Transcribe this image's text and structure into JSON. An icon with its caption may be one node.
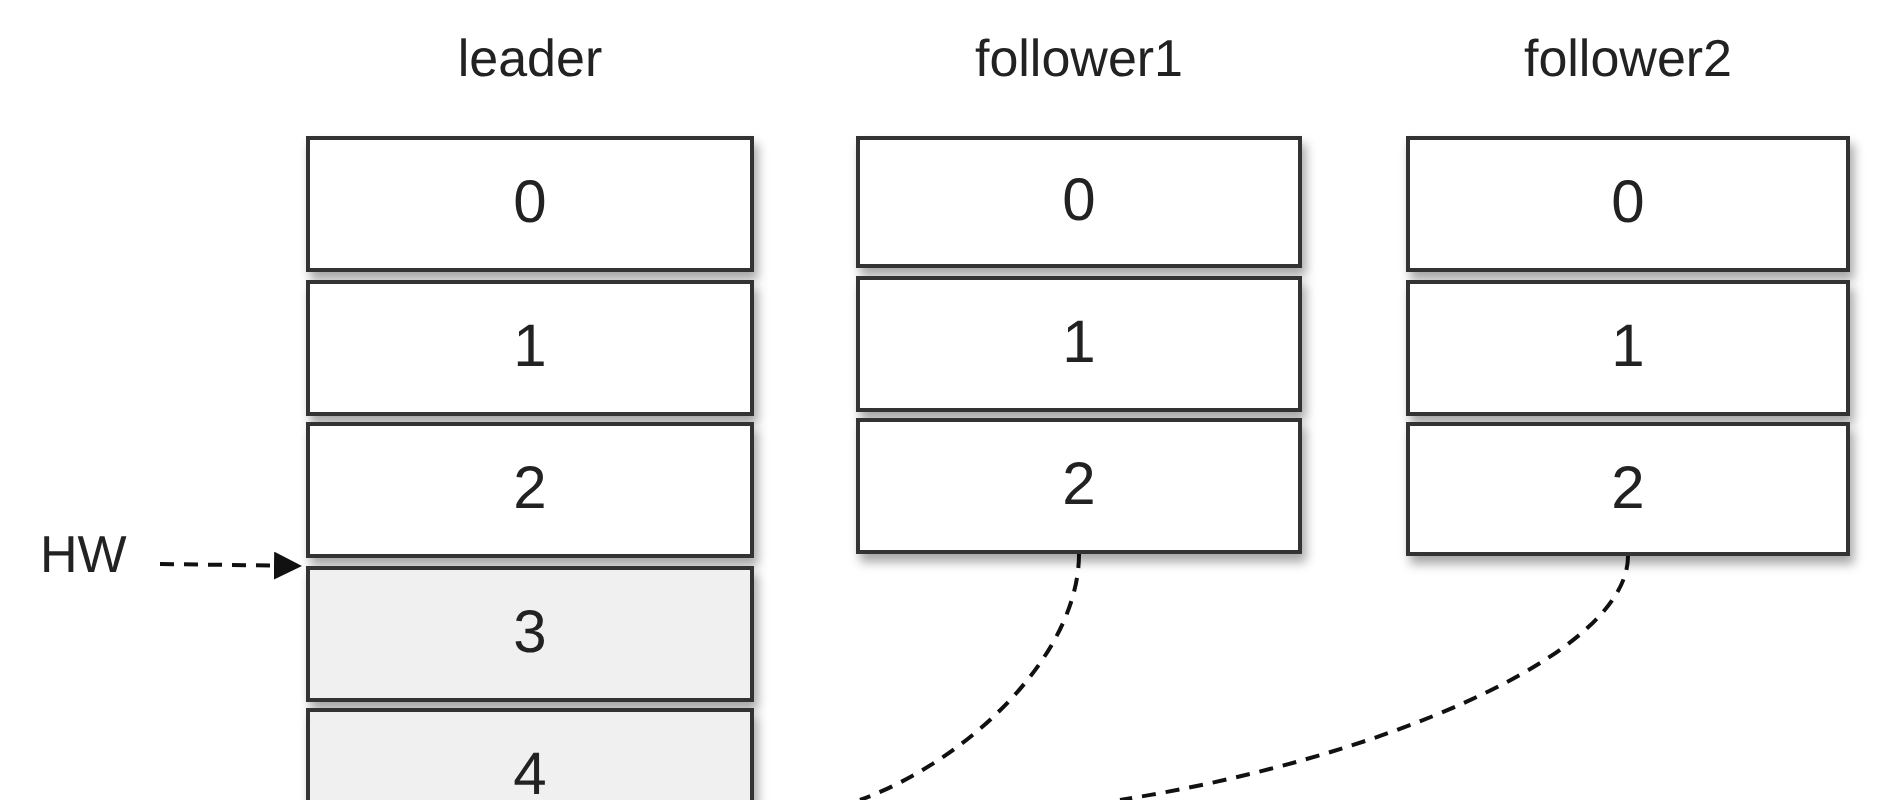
{
  "diagram": {
    "nodes": [
      {
        "text": [
          "0"
        ]
      },
      {
        "text": [
          "1"
        ]
      },
      {
        "text": [
          "2"
        ]
      },
      {
        "text": [
          "3"
        ]
      },
      {
        "text": [
          "4"
        ]
      },
      {
        "text": [
          "0"
        ]
      },
      {
        "text": [
          "1"
        ]
      },
      {
        "text": [
          "2"
        ]
      },
      {
        "text": [
          "0"
        ]
      },
      {
        "text": [
          "1"
        ]
      },
      {
        "text": [
          "2"
        ]
      },
      {
        "text": [
          "HW"
        ]
      }
    ],
    "edges": [
      {
        "from": 11,
        "to": 3,
        "arrow": "to",
        "style": "dashed"
      },
      {
        "from": 7,
        "to": null,
        "arrow": "none",
        "style": "dashed"
      },
      {
        "from": 10,
        "to": null,
        "arrow": "none",
        "style": "dashed"
      }
    ],
    "labels": [
      "leader",
      "follower1",
      "follower2"
    ]
  }
}
